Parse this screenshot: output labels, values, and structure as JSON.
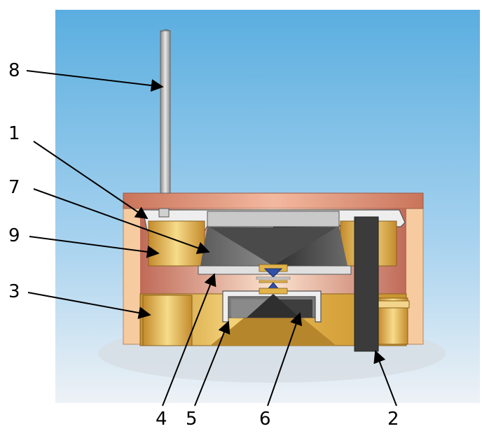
{
  "labels": {
    "l8": "8",
    "l1": "1",
    "l7": "7",
    "l9": "9",
    "l3": "3",
    "l4": "4",
    "l5": "5",
    "l6": "6",
    "l2": "2"
  },
  "colors": {
    "sky_top": "#5aaee0",
    "sky_bottom": "#e9eef3",
    "copper": "#d9856a",
    "gold": "#e2b44a",
    "dark_gold": "#b98a2a",
    "steel": "#6f6f6f",
    "light_steel": "#d6d6d6",
    "dark_bar": "#3a3a3a",
    "blue_anvil": "#2f4fa8",
    "shell": "#f5c99c"
  }
}
